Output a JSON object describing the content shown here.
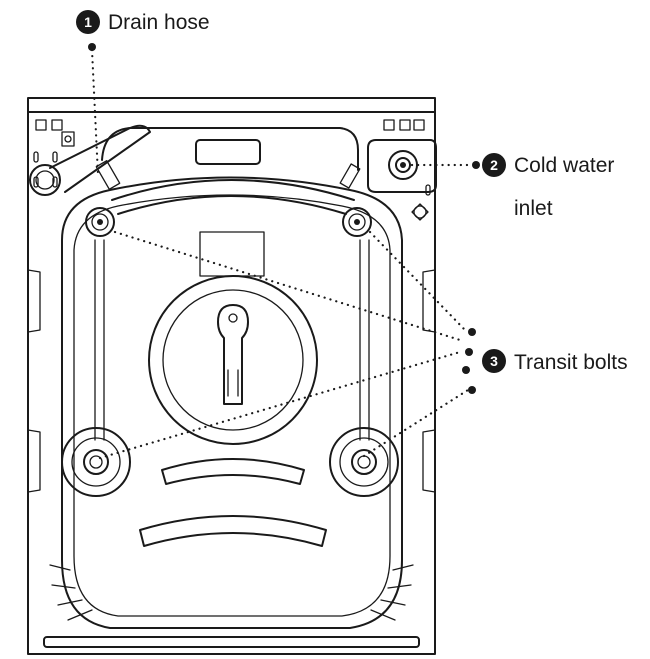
{
  "callouts": [
    {
      "number": "1",
      "label": "Drain hose"
    },
    {
      "number": "2",
      "label_line1": "Cold water",
      "label_line2": "inlet"
    },
    {
      "number": "3",
      "label": "Transit bolts"
    }
  ],
  "colors": {
    "line": "#1a1a1a",
    "badge": "#1a1a1a",
    "background": "#ffffff"
  }
}
